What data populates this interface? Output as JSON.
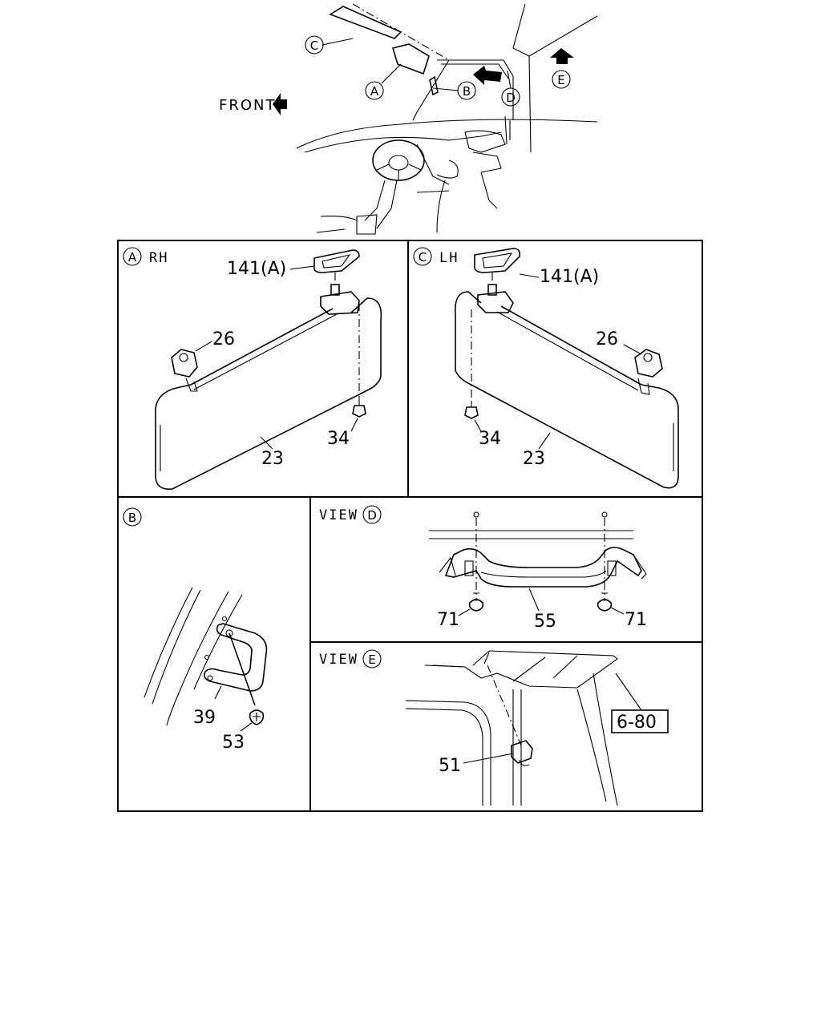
{
  "overview": {
    "front_label": "FRONT",
    "callouts": {
      "a": "A",
      "b": "B",
      "c": "C",
      "d": "D",
      "e": "E"
    }
  },
  "panel_a": {
    "marker": "A",
    "side": "RH",
    "parts": {
      "clip": "141(A)",
      "holder": "26",
      "visor": "23",
      "screw": "34"
    }
  },
  "panel_c": {
    "marker": "C",
    "side": "LH",
    "parts": {
      "clip": "141(A)",
      "holder": "26",
      "visor": "23",
      "screw": "34"
    }
  },
  "panel_b": {
    "marker": "B",
    "parts": {
      "bracket": "39",
      "screw": "53"
    }
  },
  "panel_d": {
    "view_label": "VIEW",
    "marker": "D",
    "parts": {
      "grip": "55",
      "screw_left": "71",
      "screw_right": "71"
    }
  },
  "panel_e": {
    "view_label": "VIEW",
    "marker": "E",
    "parts": {
      "clip": "51"
    },
    "reference": "6-80"
  }
}
